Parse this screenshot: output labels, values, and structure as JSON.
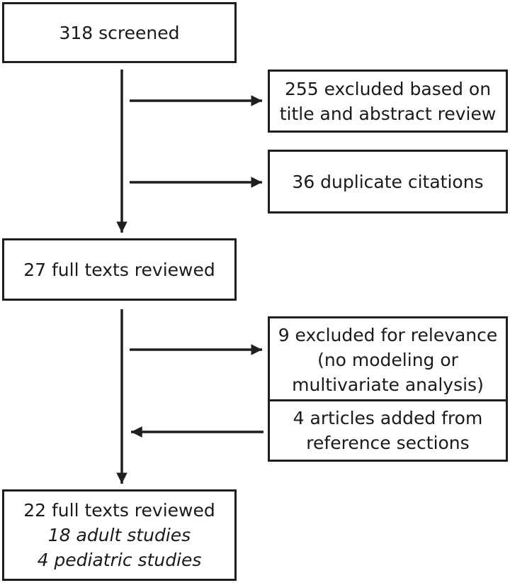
{
  "boxes": {
    "screened": {
      "lines": [
        "318 screened"
      ]
    },
    "excluded_title_abstract": {
      "lines": [
        "255 excluded based on",
        "title and abstract review"
      ]
    },
    "duplicates": {
      "lines": [
        "36 duplicate citations"
      ]
    },
    "full_texts_27": {
      "lines": [
        "27 full texts reviewed"
      ]
    },
    "excluded_relevance": {
      "lines": [
        "9 excluded for relevance",
        "(no modeling or",
        "multivariate analysis)"
      ]
    },
    "articles_added": {
      "lines": [
        "4 articles added from",
        "reference sections"
      ]
    },
    "full_texts_22": {
      "lines": [
        "22 full texts reviewed"
      ],
      "italic_lines": [
        "18 adult studies",
        "4 pediatric studies"
      ]
    }
  }
}
